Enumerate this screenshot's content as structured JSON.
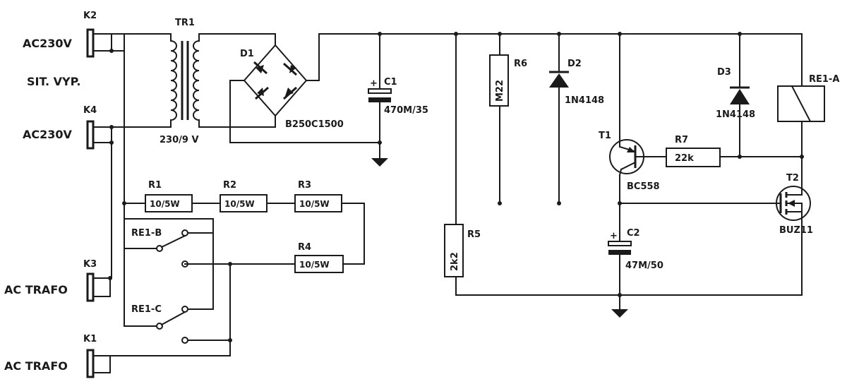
{
  "connectors": {
    "k2": {
      "ref": "K2",
      "label": "AC230V"
    },
    "k4": {
      "ref": "K4",
      "label": "AC230V"
    },
    "k3": {
      "ref": "K3",
      "label": "AC TRAFO"
    },
    "k1": {
      "ref": "K1",
      "label": "AC TRAFO"
    },
    "mains_note": "SIT. VYP."
  },
  "transformer": {
    "ref": "TR1",
    "value": "230/9 V"
  },
  "bridge": {
    "ref": "D1",
    "value": "B250C1500"
  },
  "capacitors": {
    "c1": {
      "ref": "C1",
      "value": "470M/35",
      "plus": "+"
    },
    "c2": {
      "ref": "C2",
      "value": "47M/50",
      "plus": "+"
    }
  },
  "resistors": {
    "r1": {
      "ref": "R1",
      "value": "10/5W"
    },
    "r2": {
      "ref": "R2",
      "value": "10/5W"
    },
    "r3": {
      "ref": "R3",
      "value": "10/5W"
    },
    "r4": {
      "ref": "R4",
      "value": "10/5W"
    },
    "r5": {
      "ref": "R5",
      "value": "2k2"
    },
    "r6": {
      "ref": "R6",
      "value": "M22"
    },
    "r7": {
      "ref": "R7",
      "value": "22k"
    }
  },
  "diodes": {
    "d2": {
      "ref": "D2",
      "value": "1N4148"
    },
    "d3": {
      "ref": "D3",
      "value": "1N4148"
    }
  },
  "transistors": {
    "t1": {
      "ref": "T1",
      "value": "BC558"
    },
    "t2": {
      "ref": "T2",
      "value": "BUZ11"
    }
  },
  "relay": {
    "coil": "RE1-A",
    "contact_b": "RE1-B",
    "contact_c": "RE1-C"
  }
}
